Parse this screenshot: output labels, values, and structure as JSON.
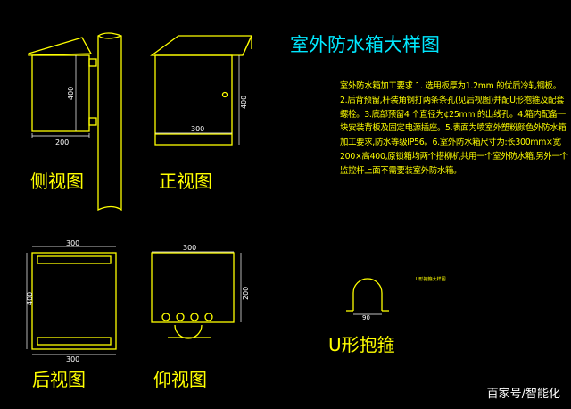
{
  "title": "室外防水箱大样图",
  "notes": "室外防水箱加工要求 1. 选用板厚为1.2mm 的优质冷轧钢板。2.后背预留,杆装角钢打两条条孔(见后视图)并配U形抱箍及配套螺栓。3.底部预留4 个直径为¢25mm 的出线孔。4.箱内配备一块安装背板及固定电源插座。5.表面为喷室外塑粉颜色外防水箱加工要求,防水等级IP56。6.室外防水箱尺寸为:长300mm×宽200×高400,原锁箱均两个搭柳机共用一个室外防水箱,另外一个监控杆上面不需要装室外防水箱。",
  "views": {
    "side": {
      "label": "侧视图",
      "width": "200",
      "height": "400"
    },
    "front": {
      "label": "正视图",
      "width": "300",
      "height": "400"
    },
    "back": {
      "label": "后视图",
      "top_width": "300",
      "bottom_width": "300",
      "height": "400"
    },
    "bottom": {
      "label": "仰视图",
      "width": "300",
      "depth": "200"
    },
    "ubolt": {
      "label": "U形抱箍",
      "width": "90",
      "small_label": "U形抱箍大样图"
    }
  },
  "watermark": "百家号/智能化",
  "colors": {
    "background": "#000000",
    "lines": "#ffff00",
    "dimensions": "#ffffff",
    "title": "#00e8ff"
  }
}
